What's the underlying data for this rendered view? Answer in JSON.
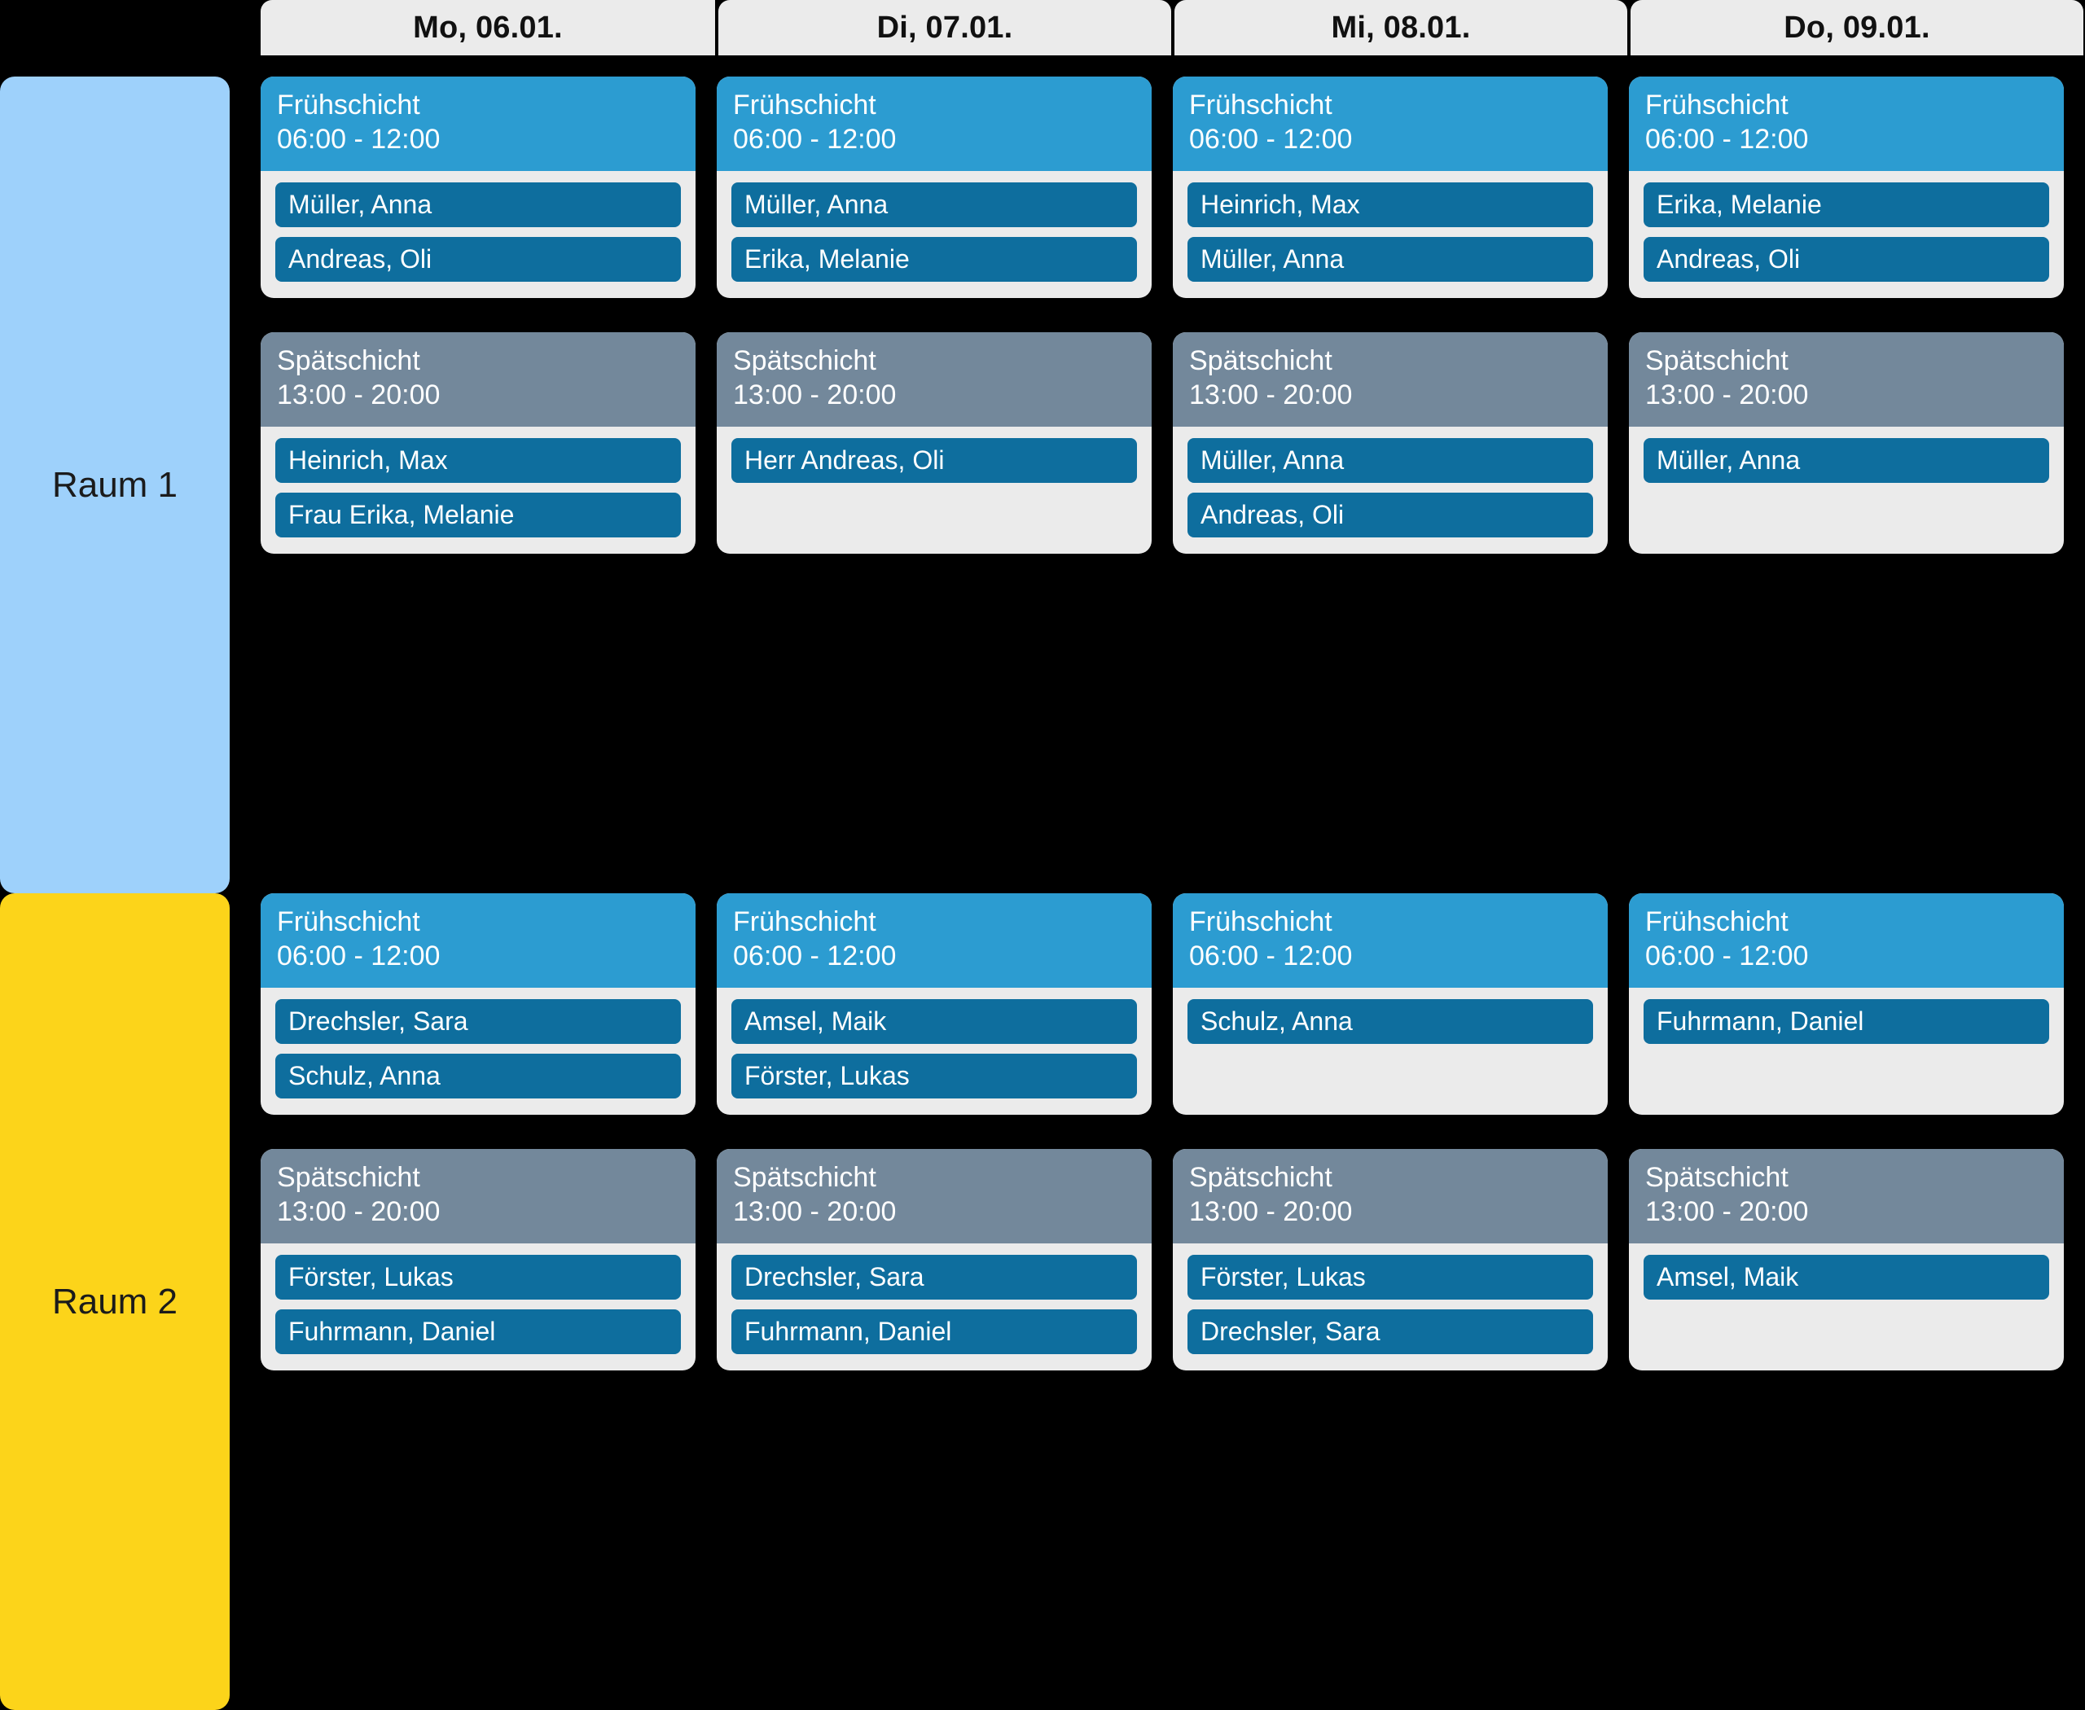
{
  "header": {
    "days": [
      {
        "label": "Mo, 06.01."
      },
      {
        "label": "Di, 07.01."
      },
      {
        "label": "Mi, 08.01."
      },
      {
        "label": "Do, 09.01."
      }
    ]
  },
  "colors": {
    "background": "#000000",
    "day_header_bg": "#EBEBEB",
    "room1_bg": "#9ED1FB",
    "room2_bg": "#FCD41A",
    "early_shift_header": "#2C9CD1",
    "late_shift_header": "#73889B",
    "card_bg": "#EBEBEB",
    "person_chip": "#0E6E9E",
    "person_chip_text": "#FFFFFF"
  },
  "rooms": [
    {
      "label": "Raum 1",
      "days": [
        {
          "day": "Mo, 06.01.",
          "shifts": [
            {
              "name": "Frühschicht",
              "time": "06:00 - 12:00",
              "type": "early",
              "people": [
                "Müller, Anna",
                "Andreas, Oli"
              ]
            },
            {
              "name": "Spätschicht",
              "time": "13:00 - 20:00",
              "type": "late",
              "people": [
                "Heinrich, Max",
                "Frau Erika, Melanie"
              ]
            }
          ]
        },
        {
          "day": "Di, 07.01.",
          "shifts": [
            {
              "name": "Frühschicht",
              "time": "06:00 - 12:00",
              "type": "early",
              "people": [
                "Müller, Anna",
                "Erika, Melanie"
              ]
            },
            {
              "name": "Spätschicht",
              "time": "13:00 - 20:00",
              "type": "late",
              "people": [
                "Herr Andreas, Oli"
              ]
            }
          ]
        },
        {
          "day": "Mi, 08.01.",
          "shifts": [
            {
              "name": "Frühschicht",
              "time": "06:00 - 12:00",
              "type": "early",
              "people": [
                "Heinrich, Max",
                "Müller, Anna"
              ]
            },
            {
              "name": "Spätschicht",
              "time": "13:00 - 20:00",
              "type": "late",
              "people": [
                "Müller, Anna",
                "Andreas, Oli"
              ]
            }
          ]
        },
        {
          "day": "Do, 09.01.",
          "shifts": [
            {
              "name": "Frühschicht",
              "time": "06:00 - 12:00",
              "type": "early",
              "people": [
                "Erika, Melanie",
                "Andreas, Oli"
              ]
            },
            {
              "name": "Spätschicht",
              "time": "13:00 - 20:00",
              "type": "late",
              "people": [
                "Müller, Anna"
              ]
            }
          ]
        }
      ]
    },
    {
      "label": "Raum 2",
      "days": [
        {
          "day": "Mo, 06.01.",
          "shifts": [
            {
              "name": "Frühschicht",
              "time": "06:00 - 12:00",
              "type": "early",
              "people": [
                "Drechsler, Sara",
                "Schulz, Anna"
              ]
            },
            {
              "name": "Spätschicht",
              "time": "13:00 - 20:00",
              "type": "late",
              "people": [
                "Förster, Lukas",
                "Fuhrmann, Daniel"
              ]
            }
          ]
        },
        {
          "day": "Di, 07.01.",
          "shifts": [
            {
              "name": "Frühschicht",
              "time": "06:00 - 12:00",
              "type": "early",
              "people": [
                "Amsel, Maik",
                "Förster, Lukas"
              ]
            },
            {
              "name": "Spätschicht",
              "time": "13:00 - 20:00",
              "type": "late",
              "people": [
                "Drechsler, Sara",
                "Fuhrmann, Daniel"
              ]
            }
          ]
        },
        {
          "day": "Mi, 08.01.",
          "shifts": [
            {
              "name": "Frühschicht",
              "time": "06:00 - 12:00",
              "type": "early",
              "people": [
                "Schulz, Anna"
              ]
            },
            {
              "name": "Spätschicht",
              "time": "13:00 - 20:00",
              "type": "late",
              "people": [
                "Förster, Lukas",
                "Drechsler, Sara"
              ]
            }
          ]
        },
        {
          "day": "Do, 09.01.",
          "shifts": [
            {
              "name": "Frühschicht",
              "time": "06:00 - 12:00",
              "type": "early",
              "people": [
                "Fuhrmann, Daniel"
              ]
            },
            {
              "name": "Spätschicht",
              "time": "13:00 - 20:00",
              "type": "late",
              "people": [
                "Amsel, Maik"
              ]
            }
          ]
        }
      ]
    }
  ]
}
